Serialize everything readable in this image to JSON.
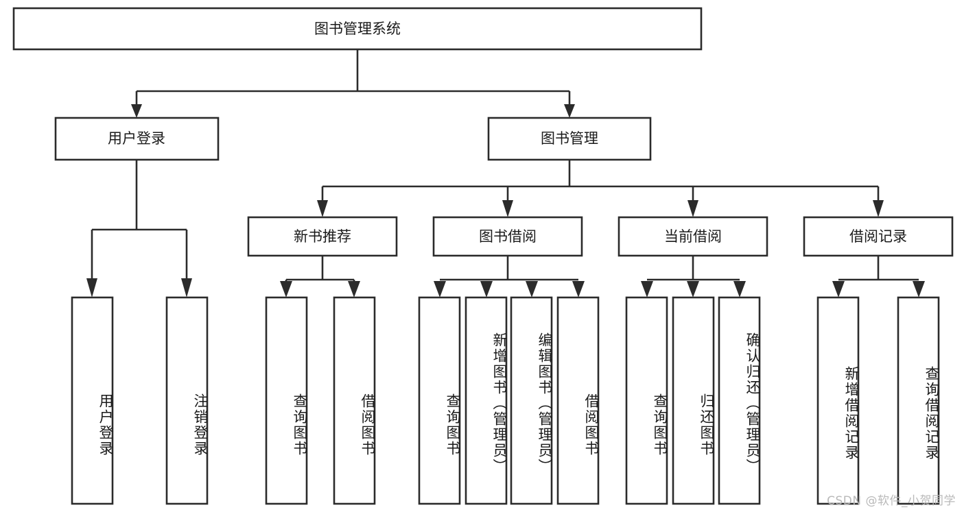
{
  "diagram": {
    "title": "图书管理系统",
    "type": "hierarchy-tree",
    "orientation": "top-down",
    "colors": {
      "box_fill": "#ffffff",
      "box_stroke": "#2b2b2b",
      "text": "#1a1a1a",
      "background": "#ffffff",
      "watermark": "#b9b9b9"
    },
    "levels": {
      "root": "图书管理系统",
      "level2": [
        "用户登录",
        "图书管理"
      ],
      "level3": [
        "新书推荐",
        "图书借阅",
        "当前借阅",
        "借阅记录"
      ]
    },
    "nodes": {
      "root": {
        "label": "图书管理系统"
      },
      "user_login": {
        "label": "用户登录"
      },
      "book_manage": {
        "label": "图书管理"
      },
      "new_book_rec": {
        "label": "新书推荐"
      },
      "book_borrow": {
        "label": "图书借阅"
      },
      "current_borrow": {
        "label": "当前借阅"
      },
      "borrow_record": {
        "label": "借阅记录"
      }
    },
    "leaves": {
      "user_login": [
        {
          "label": "用户登录"
        },
        {
          "label": "注销登录"
        }
      ],
      "new_book_rec": [
        {
          "label": "查询图书"
        },
        {
          "label": "借阅图书"
        }
      ],
      "book_borrow": [
        {
          "label": "查询图书"
        },
        {
          "label": "新增图书（管理员）"
        },
        {
          "label": "编辑图书（管理员）"
        },
        {
          "label": "借阅图书"
        }
      ],
      "current_borrow": [
        {
          "label": "查询图书"
        },
        {
          "label": "归还图书"
        },
        {
          "label": "确认归还（管理员）"
        }
      ],
      "borrow_record": [
        {
          "label": "新增借阅记录"
        },
        {
          "label": "查询借阅记录"
        }
      ]
    },
    "edges": [
      {
        "from": "图书管理系统",
        "to": "用户登录"
      },
      {
        "from": "图书管理系统",
        "to": "图书管理"
      },
      {
        "from": "图书管理",
        "to": "新书推荐"
      },
      {
        "from": "图书管理",
        "to": "图书借阅"
      },
      {
        "from": "图书管理",
        "to": "当前借阅"
      },
      {
        "from": "图书管理",
        "to": "借阅记录"
      },
      {
        "from": "用户登录",
        "to": "用户登录"
      },
      {
        "from": "用户登录",
        "to": "注销登录"
      },
      {
        "from": "新书推荐",
        "to": "查询图书"
      },
      {
        "from": "新书推荐",
        "to": "借阅图书"
      },
      {
        "from": "图书借阅",
        "to": "查询图书"
      },
      {
        "from": "图书借阅",
        "to": "新增图书（管理员）"
      },
      {
        "from": "图书借阅",
        "to": "编辑图书（管理员）"
      },
      {
        "from": "图书借阅",
        "to": "借阅图书"
      },
      {
        "from": "当前借阅",
        "to": "查询图书"
      },
      {
        "from": "当前借阅",
        "to": "归还图书"
      },
      {
        "from": "当前借阅",
        "to": "确认归还（管理员）"
      },
      {
        "from": "借阅记录",
        "to": "新增借阅记录"
      },
      {
        "from": "借阅记录",
        "to": "查询借阅记录"
      }
    ]
  },
  "watermark": {
    "text": "CSDN @软件_小贺同学"
  }
}
